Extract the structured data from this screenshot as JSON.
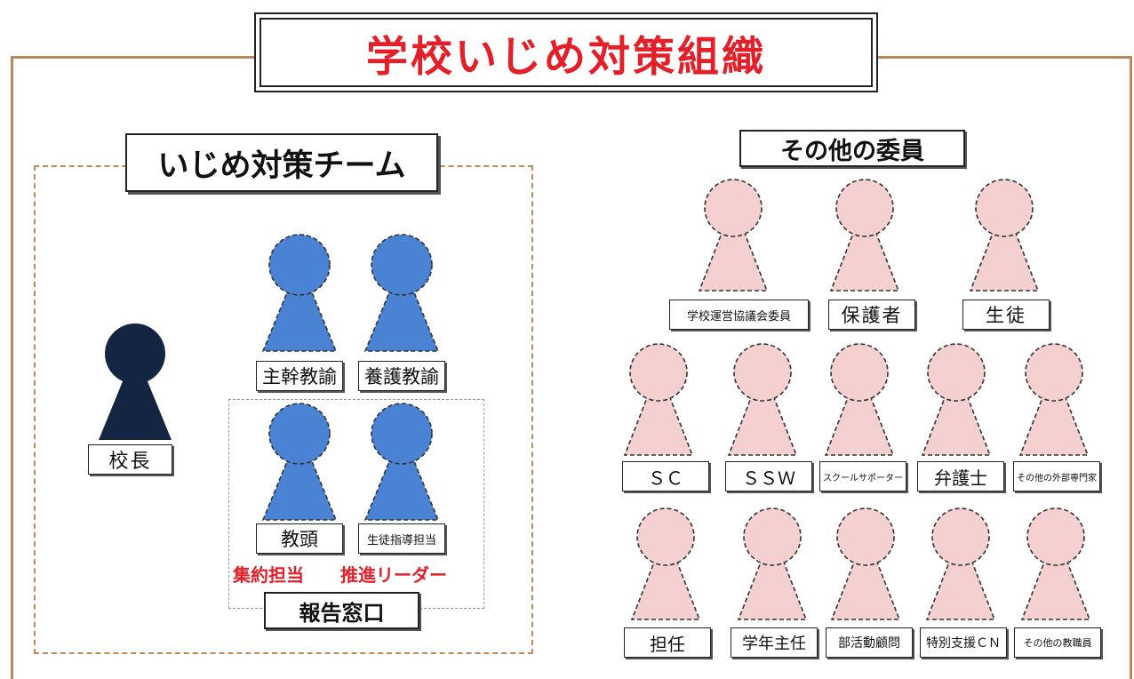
{
  "title": "学校いじめ対策組織",
  "team": {
    "title": "いじめ対策チーム",
    "principal": "校長",
    "members": [
      "主幹教諭",
      "養護教諭",
      "教頭",
      "生徒指導担当"
    ],
    "notes": [
      "集約担当",
      "推進リーダー"
    ],
    "report": "報告窓口"
  },
  "others": {
    "title": "その他の委員",
    "members": [
      "学校運営協議会委員",
      "保護者",
      "生徒",
      "ＳＣ",
      "ＳＳＷ",
      "スクールサポーター",
      "弁護士",
      "その他の外部専門家",
      "担任",
      "学年主任",
      "部活動顧問",
      "特別支援ＣＮ",
      "その他の教職員"
    ]
  },
  "colors": {
    "title": "#e3202a",
    "frame": "#b98a5e",
    "principal": "#142542",
    "team_member": "#4a82d4",
    "other_member": "#f4d0d0",
    "accent_text": "#e3202a"
  }
}
